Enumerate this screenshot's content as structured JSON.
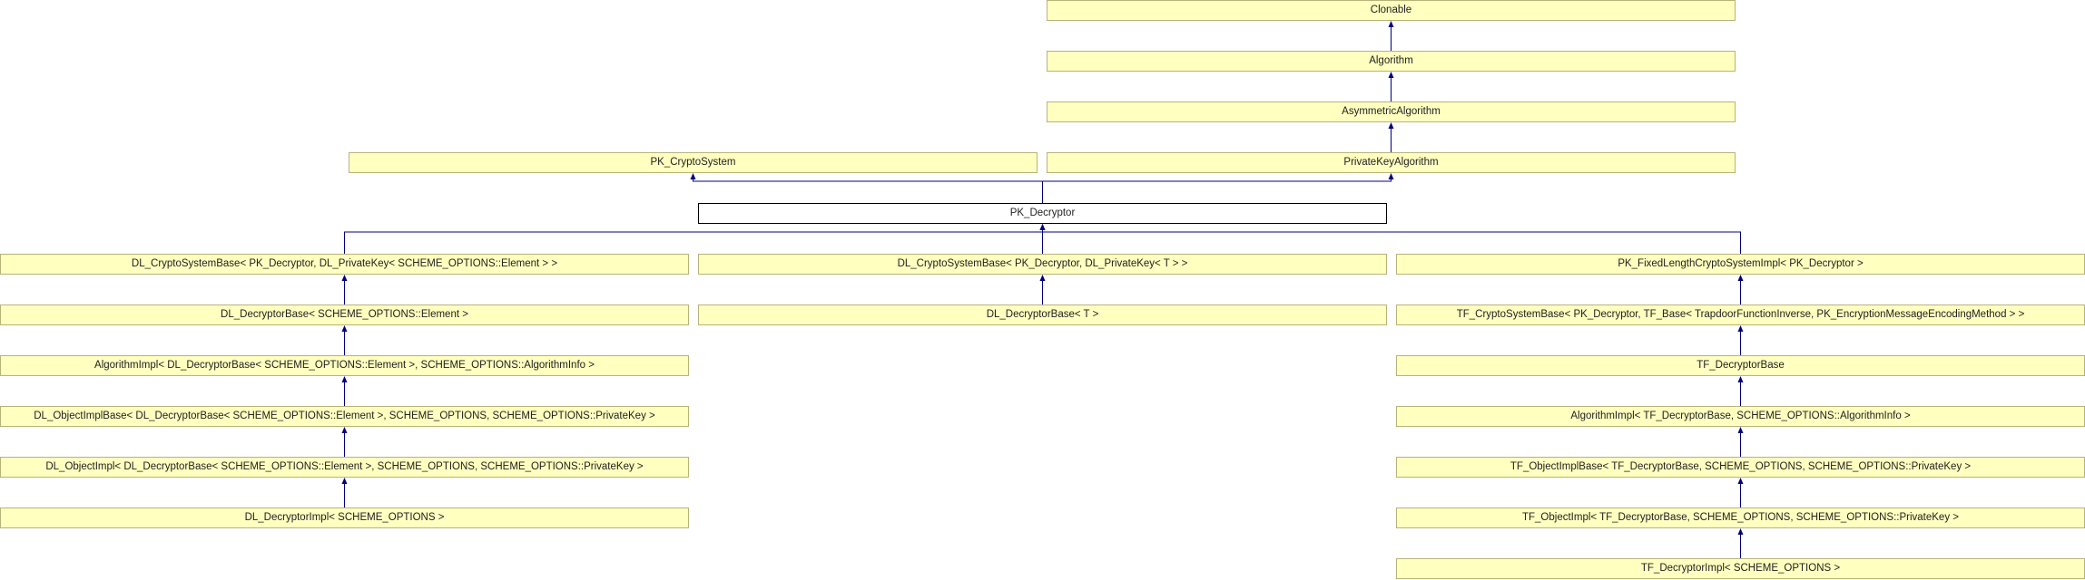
{
  "diagram": {
    "line_color": "#000080",
    "node_fill": "#ffffc0",
    "focus_fill": "#ffffff",
    "nodes": {
      "clonable": "Clonable",
      "algorithm": "Algorithm",
      "asymmetric_algorithm": "AsymmetricAlgorithm",
      "pk_cryptosystem": "PK_CryptoSystem",
      "private_key_algorithm": "PrivateKeyAlgorithm",
      "pk_decryptor": "PK_Decryptor",
      "dl_cryptosystembase_element": "DL_CryptoSystemBase< PK_Decryptor, DL_PrivateKey< SCHEME_OPTIONS::Element > >",
      "dl_cryptosystembase_t": "DL_CryptoSystemBase< PK_Decryptor, DL_PrivateKey< T > >",
      "pk_fixedlength": "PK_FixedLengthCryptoSystemImpl< PK_Decryptor >",
      "dl_decryptorbase_element": "DL_DecryptorBase< SCHEME_OPTIONS::Element >",
      "dl_decryptorbase_t": "DL_DecryptorBase< T >",
      "tf_cryptosystembase": "TF_CryptoSystemBase< PK_Decryptor, TF_Base< TrapdoorFunctionInverse, PK_EncryptionMessageEncodingMethod > >",
      "algorithmimpl_dl": "AlgorithmImpl< DL_DecryptorBase< SCHEME_OPTIONS::Element >, SCHEME_OPTIONS::AlgorithmInfo >",
      "tf_decryptorbase": "TF_DecryptorBase",
      "dl_objectimplbase": "DL_ObjectImplBase< DL_DecryptorBase< SCHEME_OPTIONS::Element >, SCHEME_OPTIONS, SCHEME_OPTIONS::PrivateKey >",
      "algorithmimpl_tf": "AlgorithmImpl< TF_DecryptorBase, SCHEME_OPTIONS::AlgorithmInfo >",
      "dl_objectimpl": "DL_ObjectImpl< DL_DecryptorBase< SCHEME_OPTIONS::Element >, SCHEME_OPTIONS, SCHEME_OPTIONS::PrivateKey >",
      "tf_objectimplbase": "TF_ObjectImplBase< TF_DecryptorBase, SCHEME_OPTIONS, SCHEME_OPTIONS::PrivateKey >",
      "dl_decryptorimpl": "DL_DecryptorImpl< SCHEME_OPTIONS >",
      "tf_objectimpl": "TF_ObjectImpl< TF_DecryptorBase, SCHEME_OPTIONS, SCHEME_OPTIONS::PrivateKey >",
      "tf_decryptorimpl": "TF_DecryptorImpl< SCHEME_OPTIONS >"
    },
    "edges": [
      [
        "algorithm",
        "clonable"
      ],
      [
        "asymmetric_algorithm",
        "algorithm"
      ],
      [
        "private_key_algorithm",
        "asymmetric_algorithm"
      ],
      [
        "pk_decryptor",
        "pk_cryptosystem"
      ],
      [
        "pk_decryptor",
        "private_key_algorithm"
      ],
      [
        "dl_cryptosystembase_element",
        "pk_decryptor"
      ],
      [
        "dl_cryptosystembase_t",
        "pk_decryptor"
      ],
      [
        "pk_fixedlength",
        "pk_decryptor"
      ],
      [
        "dl_decryptorbase_element",
        "dl_cryptosystembase_element"
      ],
      [
        "dl_decryptorbase_t",
        "dl_cryptosystembase_t"
      ],
      [
        "tf_cryptosystembase",
        "pk_fixedlength"
      ],
      [
        "algorithmimpl_dl",
        "dl_decryptorbase_element"
      ],
      [
        "tf_decryptorbase",
        "tf_cryptosystembase"
      ],
      [
        "dl_objectimplbase",
        "algorithmimpl_dl"
      ],
      [
        "algorithmimpl_tf",
        "tf_decryptorbase"
      ],
      [
        "dl_objectimpl",
        "dl_objectimplbase"
      ],
      [
        "tf_objectimplbase",
        "algorithmimpl_tf"
      ],
      [
        "dl_decryptorimpl",
        "dl_objectimpl"
      ],
      [
        "tf_objectimpl",
        "tf_objectimplbase"
      ],
      [
        "tf_decryptorimpl",
        "tf_objectimpl"
      ]
    ]
  }
}
